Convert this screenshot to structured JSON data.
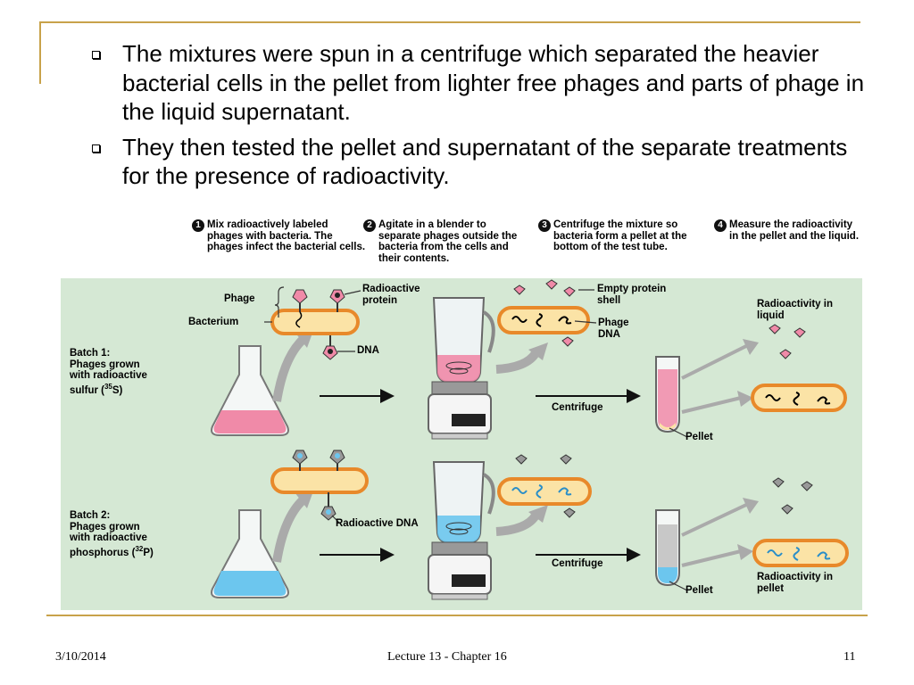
{
  "slide": {
    "bullets": [
      "The mixtures were spun in a centrifuge which separated the heavier bacterial cells in the pellet from lighter free phages and parts of phage in the liquid supernatant.",
      "They then tested the pellet and supernatant of the separate treatments for the presence of radioactivity."
    ]
  },
  "figure": {
    "steps": [
      {
        "num": "1",
        "text": "Mix radioactively labeled phages with bacteria. The phages infect the bacterial cells."
      },
      {
        "num": "2",
        "text": "Agitate in a blender to separate phages outside the bacteria from the cells and their contents."
      },
      {
        "num": "3",
        "text": "Centrifuge the mixture so bacteria form a pellet at the bottom of the test tube."
      },
      {
        "num": "4",
        "text": "Measure the radioactivity in the pellet and the liquid."
      }
    ],
    "labels": {
      "phage": "Phage",
      "bacterium": "Bacterium",
      "radioactive_protein": "Radioactive protein",
      "dna": "DNA",
      "empty_shell": "Empty protein shell",
      "phage_dna": "Phage DNA",
      "centrifuge_1": "Centrifuge",
      "centrifuge_2": "Centrifuge",
      "pellet_1": "Pellet",
      "pellet_2": "Pellet",
      "radio_liquid": "Radioactivity in liquid",
      "radio_dna": "Radioactive DNA",
      "radio_pellet": "Radioactivity in pellet"
    },
    "batch1": {
      "title": "Batch 1:",
      "l1": "Phages grown",
      "l2": "with radioactive",
      "l3_pre": "sulfur (",
      "sup": "35",
      "l3_post": "S)"
    },
    "batch2": {
      "title": "Batch 2:",
      "l1": "Phages grown",
      "l2": "with radioactive",
      "l3_pre": "phosphorus (",
      "sup": "32",
      "l3_post": "P)"
    },
    "colors": {
      "panel": "#d5e8d4",
      "pink": "#f08aa8",
      "blue": "#6cc6ee",
      "bacterium": "#fbe3a6",
      "bacterium_border": "#e8892a",
      "arrow": "#999999"
    }
  },
  "footer": {
    "date": "3/10/2014",
    "title": "Lecture 13 - Chapter 16",
    "page": "11"
  }
}
